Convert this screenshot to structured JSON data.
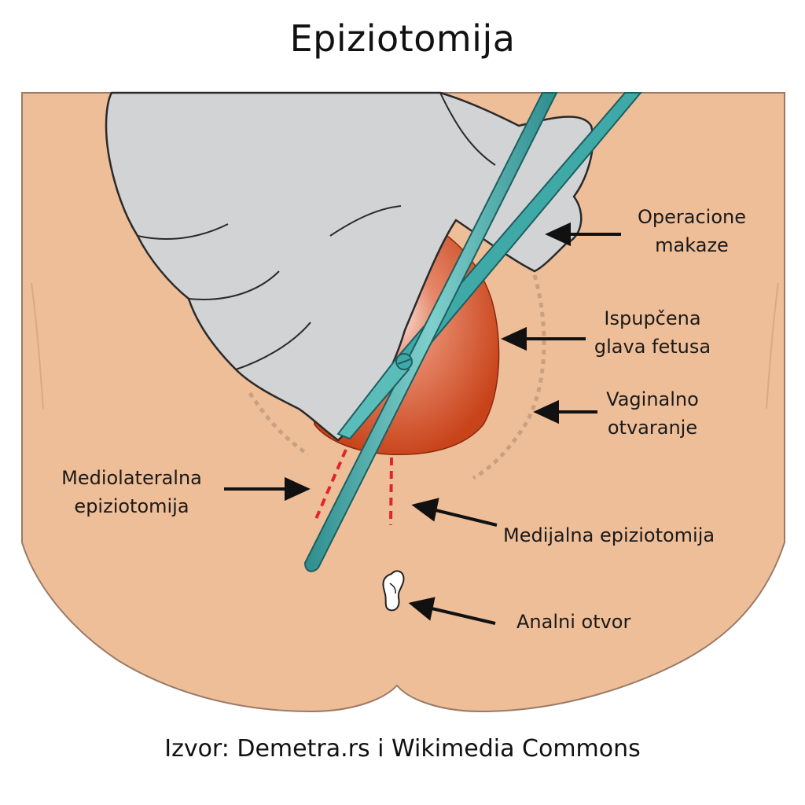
{
  "title": "Epiziotomija",
  "source": "Izvor: Demetra.rs i Wikimedia Commons",
  "colors": {
    "skin": "#EEBE98",
    "skin_outline": "#9a7a66",
    "glove": "#D2D3D5",
    "head": "#D24A1E",
    "scissors": "#3FA9A8",
    "incision": "#E0262B",
    "dotted_opening": "#C9A080"
  },
  "labels": {
    "scissors": [
      "Operacione",
      "makaze"
    ],
    "fetal_head": [
      "Ispupčena",
      "glava fetusa"
    ],
    "vaginal_opening": [
      "Vaginalno",
      "otvaranje"
    ],
    "mediolateral": [
      "Mediolateralna",
      "epiziotomija"
    ],
    "medial": "Medijalna epiziotomija",
    "anal": "Analni otvor"
  }
}
